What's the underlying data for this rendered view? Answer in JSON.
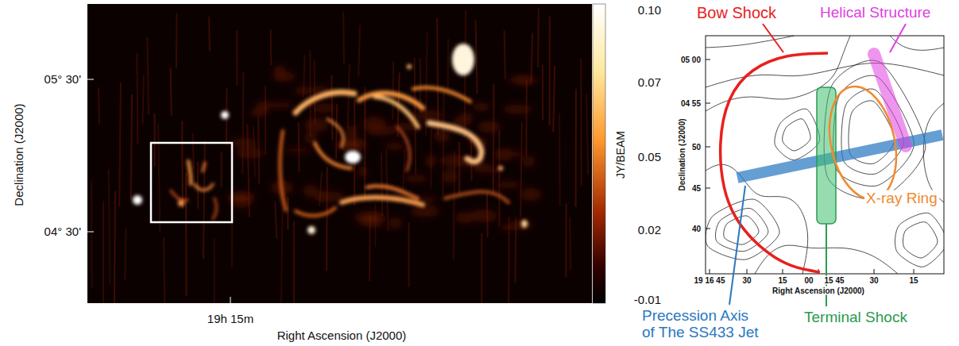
{
  "diagram": {
    "labels": [
      "05° 30'",
      "04° 30'",
      "Declination (J2000)",
      "19h 15m",
      "Right Ascension (J2000)",
      "0.10",
      "0.07",
      "0.05",
      "0.02",
      "-0.01",
      "JY/BEAM",
      "Bow Shock",
      "Helical Structure",
      "05 00",
      "04 55",
      "50",
      "45",
      "40",
      "Declination (J2000)",
      "19 16 45",
      "30",
      "15",
      "00",
      "15 45",
      "30",
      "15",
      "Right Ascension (J2000)",
      "X-ray Ring",
      "Precession Axis of The SS433 Jet",
      "Terminal Shock"
    ]
  }
}
